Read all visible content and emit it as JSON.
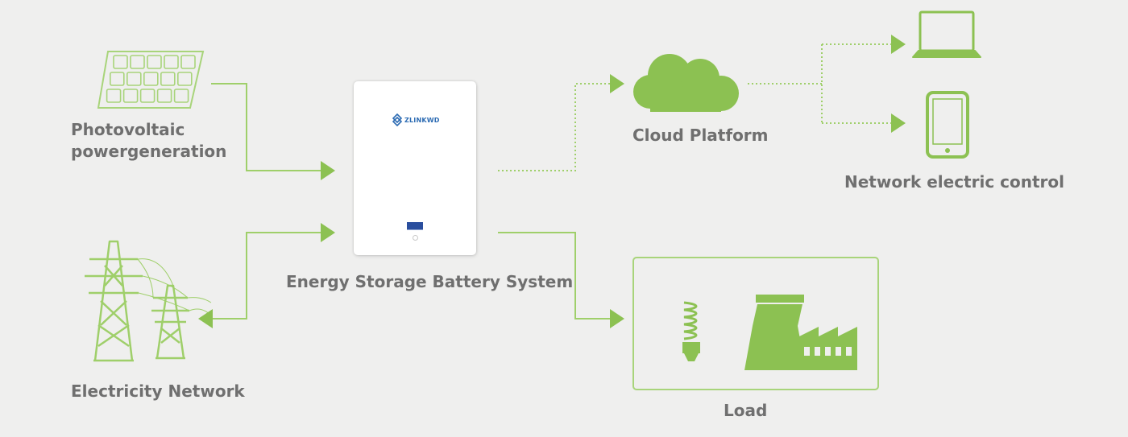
{
  "colors": {
    "background": "#efefee",
    "accent": "#8cc152",
    "line": "#9fcf6a",
    "text": "#6f6f6f"
  },
  "nodes": {
    "photovoltaic": {
      "line1": "Photovoltaic",
      "line2": "powergeneration",
      "icon": "solar-panel-icon"
    },
    "electricity_network": {
      "label": "Electricity Network",
      "icon": "transmission-tower-icon"
    },
    "battery": {
      "label": "Energy Storage Battery System",
      "brand": "ZLINKWD",
      "icon": "battery-unit-icon"
    },
    "cloud": {
      "label": "Cloud Platform",
      "icon": "cloud-icon"
    },
    "network_control": {
      "label": "Network electric control",
      "icons": [
        "laptop-icon",
        "smartphone-icon"
      ]
    },
    "load": {
      "label": "Load",
      "icons": [
        "lightbulb-icon",
        "factory-icon"
      ]
    }
  }
}
